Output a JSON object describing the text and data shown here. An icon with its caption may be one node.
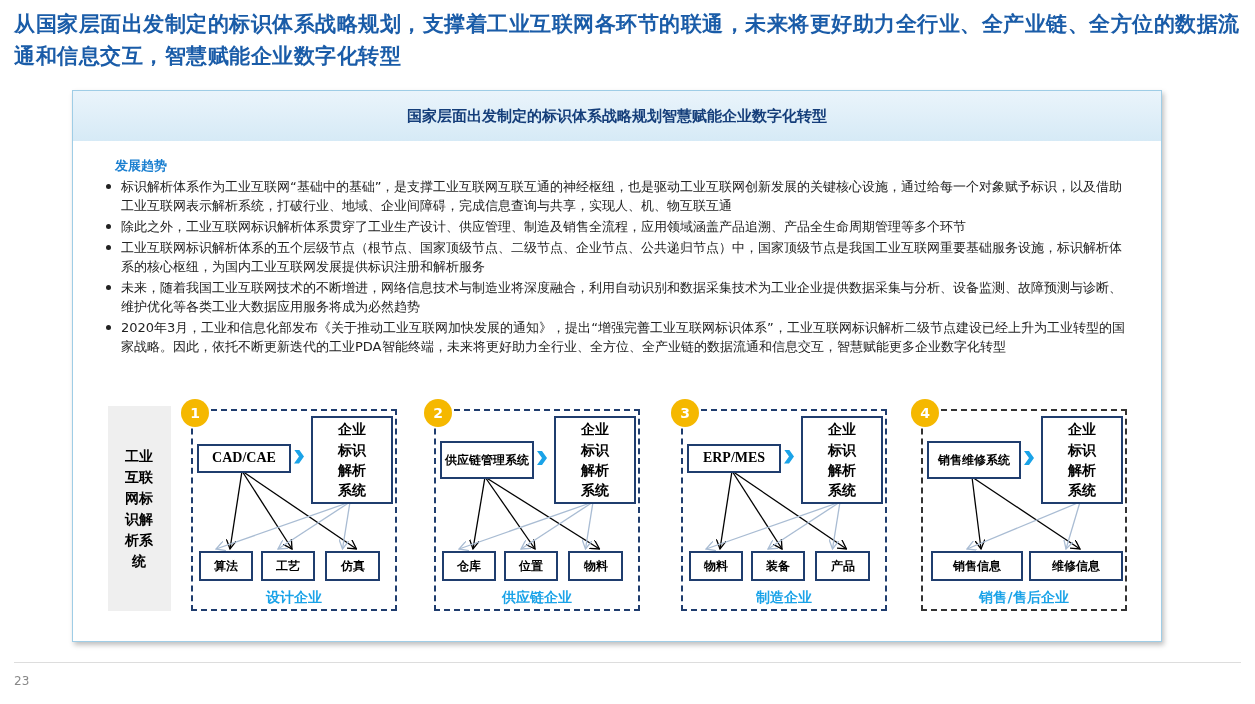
{
  "diagram": {
    "title": "从国家层面出发制定的标识体系战略规划，支撑着工业互联网各环节的联通，未来将更好助力全行业、全产业链、全方位的数据流通和信息交互，智慧赋能企业数字化转型",
    "nodes": [
      {
        "text": [
          "国家层面出发制定的标识体系战略规划智慧赋能企业数字化转型",
          "发展趋势",
          "标识解析体系作为工业互联网“基础中的基础”，是支撑工业互联网互联互通的神经枢纽，也是驱动工业互联网创新发展的关键核心设施，通过给每一个对象赋予标识，以及借助工业互联网表示解析系统，打破行业、地域、企业间障碍，完成信息查询与共享，实现人、机、物互联互通",
          "除此之外，工业互联网标识解析体系贯穿了工业生产设计、供应管理、制造及销售全流程，应用领域涵盖产品追溯、产品全生命周期管理等多个环节",
          "工业互联网标识解析体系的五个层级节点（根节点、国家顶级节点、二级节点、企业节点、公共递归节点）中，国家顶级节点是我国工业互联网重要基础服务设施，标识解析体系的核心枢纽，为国内工业互联网发展提供标识注册和解析服务",
          "未来，随着我国工业互联网技术的不断增进，网络信息技术与制造业将深度融合，利用自动识别和数据采集技术为工业企业提供数据采集与分析、设备监测、故障预测与诊断、维护优化等各类工业大数据应用服务将成为必然趋势",
          "2020年3月，工业和信息化部发布《关于推动工业互联网加快发展的通知》，提出“增强完善工业互联网标识体系”，工业互联网标识解析二级节点建设已经上升为工业转型的国家战略。因此，依托不断更新迭代的工业PDA智能终端，未来将更好助力全行业、全方位、全产业链的数据流通和信息交互，智慧赋能更多企业数字化转型"
        ]
      },
      {
        "text": [
          "工业互联网标识解析系统"
        ],
        "in": 0
      },
      {
        "text": [
          "设计企业"
        ],
        "in": 0
      },
      {
        "text": [
          "1"
        ],
        "in": 2
      },
      {
        "text": [
          "CAD/CAE"
        ],
        "in": 2
      },
      {
        "text": [
          "企业标识解析系统"
        ],
        "in": 2
      },
      {
        "text": [
          "算法"
        ],
        "in": 2
      },
      {
        "text": [
          "工艺"
        ],
        "in": 2
      },
      {
        "text": [
          "仿真"
        ],
        "in": 2
      },
      {
        "text": [
          "供应链企业"
        ],
        "in": 0
      },
      {
        "text": [
          "2"
        ],
        "in": 9
      },
      {
        "text": [
          "供应链管理系统"
        ],
        "in": 9
      },
      {
        "text": [
          "企业标识解析系统"
        ],
        "in": 9
      },
      {
        "text": [
          "仓库"
        ],
        "in": 9
      },
      {
        "text": [
          "位置"
        ],
        "in": 9
      },
      {
        "text": [
          "物料"
        ],
        "in": 9
      },
      {
        "text": [
          "制造企业"
        ],
        "in": 0
      },
      {
        "text": [
          "3"
        ],
        "in": 16
      },
      {
        "text": [
          "ERP/MES"
        ],
        "in": 16
      },
      {
        "text": [
          "企业标识解析系统"
        ],
        "in": 16
      },
      {
        "text": [
          "物料"
        ],
        "in": 16
      },
      {
        "text": [
          "装备"
        ],
        "in": 16
      },
      {
        "text": [
          "产品"
        ],
        "in": 16
      },
      {
        "text": [
          "销售/售后企业"
        ],
        "in": 0
      },
      {
        "text": [
          "4"
        ],
        "in": 23
      },
      {
        "text": [
          "销售维修系统"
        ],
        "in": 23
      },
      {
        "text": [
          "企业标识解析系统"
        ],
        "in": 23
      },
      {
        "text": [
          "销售信息"
        ],
        "in": 23
      },
      {
        "text": [
          "维修信息"
        ],
        "in": 23
      }
    ],
    "edges": [
      {
        "from": 4,
        "to": 5,
        "arrow": "to",
        "color": "#1aa3e8"
      },
      {
        "from": 4,
        "to": 6,
        "arrow": "to"
      },
      {
        "from": 4,
        "to": 7,
        "arrow": "to"
      },
      {
        "from": 4,
        "to": 8,
        "arrow": "to"
      },
      {
        "from": 5,
        "to": 6,
        "arrow": "to",
        "color": "#a9bcd3"
      },
      {
        "from": 5,
        "to": 7,
        "arrow": "to",
        "color": "#a9bcd3"
      },
      {
        "from": 5,
        "to": 8,
        "arrow": "to",
        "color": "#a9bcd3"
      },
      {
        "from": 11,
        "to": 12,
        "arrow": "to",
        "color": "#1aa3e8"
      },
      {
        "from": 11,
        "to": 13,
        "arrow": "to"
      },
      {
        "from": 11,
        "to": 14,
        "arrow": "to"
      },
      {
        "from": 11,
        "to": 15,
        "arrow": "to"
      },
      {
        "from": 12,
        "to": 13,
        "arrow": "to",
        "color": "#a9bcd3"
      },
      {
        "from": 12,
        "to": 14,
        "arrow": "to",
        "color": "#a9bcd3"
      },
      {
        "from": 12,
        "to": 15,
        "arrow": "to",
        "color": "#a9bcd3"
      },
      {
        "from": 18,
        "to": 19,
        "arrow": "to",
        "color": "#1aa3e8"
      },
      {
        "from": 18,
        "to": 20,
        "arrow": "to"
      },
      {
        "from": 18,
        "to": 21,
        "arrow": "to"
      },
      {
        "from": 18,
        "to": 22,
        "arrow": "to"
      },
      {
        "from": 19,
        "to": 20,
        "arrow": "to",
        "color": "#a9bcd3"
      },
      {
        "from": 19,
        "to": 21,
        "arrow": "to",
        "color": "#a9bcd3"
      },
      {
        "from": 19,
        "to": 22,
        "arrow": "to",
        "color": "#a9bcd3"
      },
      {
        "from": 25,
        "to": 26,
        "arrow": "to",
        "color": "#1aa3e8"
      },
      {
        "from": 25,
        "to": 27,
        "arrow": "to"
      },
      {
        "from": 25,
        "to": 28,
        "arrow": "to"
      },
      {
        "from": 26,
        "to": 27,
        "arrow": "to",
        "color": "#a9bcd3"
      },
      {
        "from": 26,
        "to": 28,
        "arrow": "to",
        "color": "#a9bcd3"
      }
    ],
    "labels": [
      "23"
    ]
  }
}
